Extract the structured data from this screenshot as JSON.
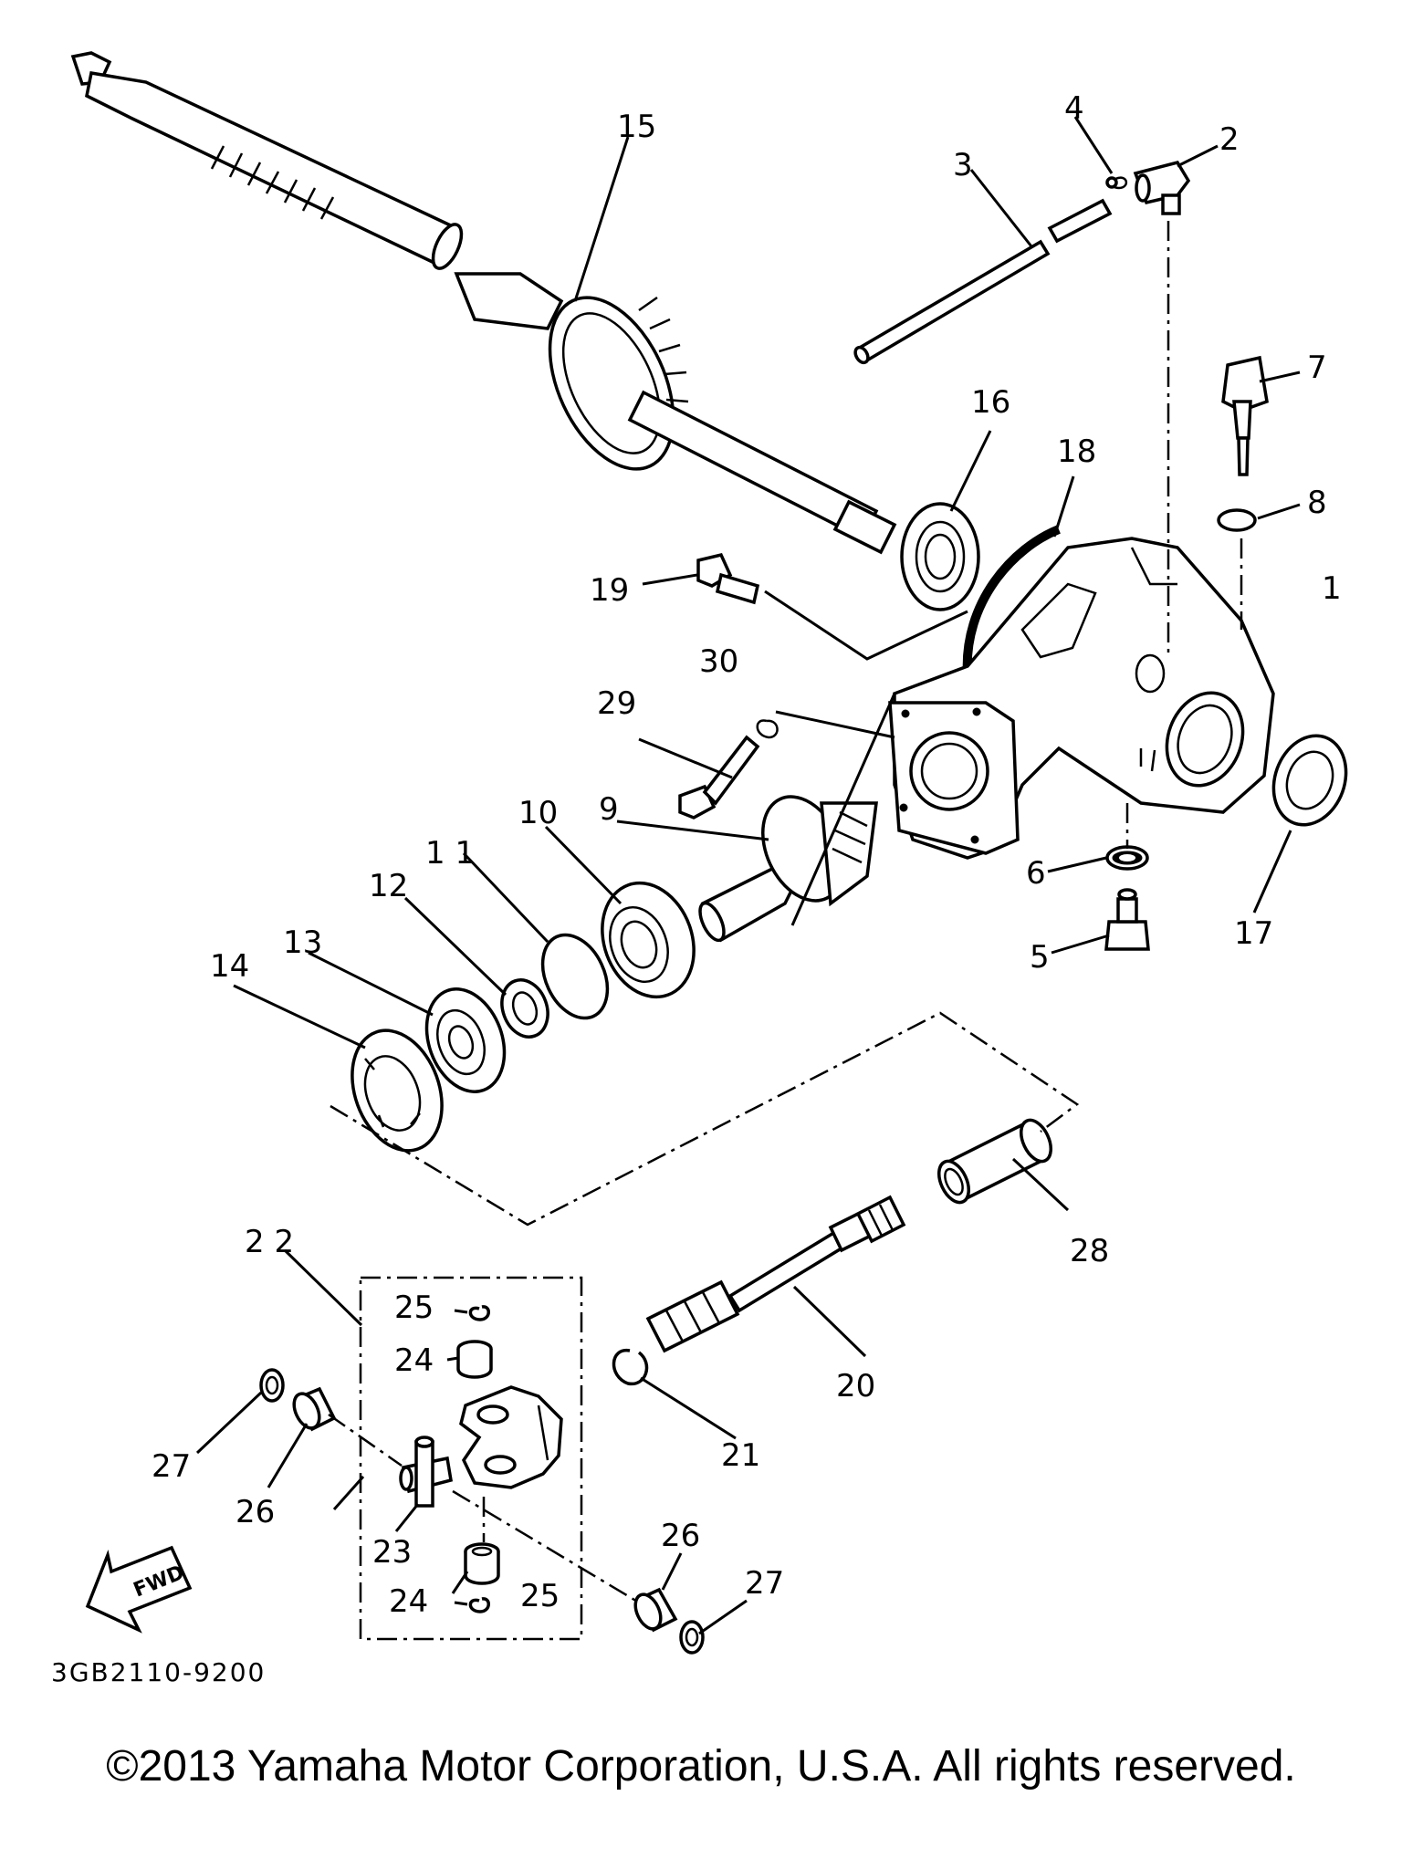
{
  "callouts": {
    "c1": "1",
    "c2": "2",
    "c3": "3",
    "c4": "4",
    "c5": "5",
    "c6": "6",
    "c7": "7",
    "c8": "8",
    "c9": "9",
    "c10": "10",
    "c11": "1 1",
    "c12": "12",
    "c13": "13",
    "c14": "14",
    "c15": "15",
    "c16": "16",
    "c17": "17",
    "c18": "18",
    "c19": "19",
    "c20": "20",
    "c21": "21",
    "c22": "2 2",
    "c23": "23",
    "c24a": "24",
    "c24b": "24",
    "c25a": "25",
    "c25b": "25",
    "c26a": "26",
    "c26b": "26",
    "c27a": "27",
    "c27b": "27",
    "c28": "28",
    "c29": "29",
    "c30": "30"
  },
  "fwd_label": "FWD",
  "diagram_code": "3GB2110-9200",
  "copyright": "©2013 Yamaha Motor Corporation, U.S.A. All rights reserved."
}
